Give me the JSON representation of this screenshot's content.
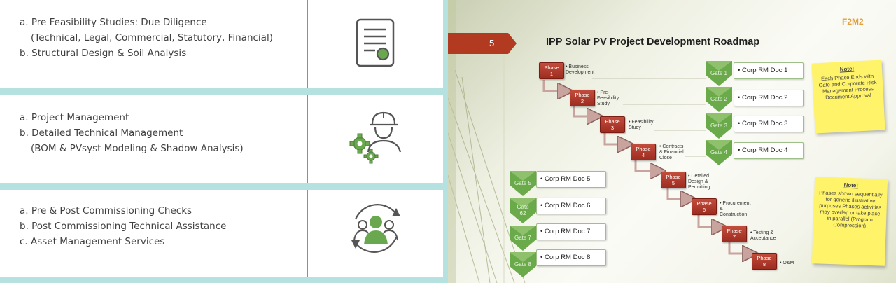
{
  "left_panel": {
    "rows": [
      {
        "lines": [
          "a. Pre Feasibility Studies: Due Diligence",
          "(Technical, Legal, Commercial, Statutory, Financial)",
          "b. Structural Design & Soil Analysis"
        ],
        "icon": "document-icon"
      },
      {
        "lines": [
          "a. Project Management",
          "b. Detailed Technical Management",
          "(BOM & PVsyst Modeling & Shadow Analysis)"
        ],
        "icon": "engineer-gears-icon"
      },
      {
        "lines": [
          "a. Pre & Post Commissioning Checks",
          "b. Post Commissioning Technical Assistance",
          "c. Asset Management Services"
        ],
        "icon": "team-cycle-icon"
      }
    ],
    "colors": {
      "band": "#b5e2e0",
      "accent": "#6aa84f",
      "icon_stroke": "#555555"
    }
  },
  "slide": {
    "number": "5",
    "title": "IPP Solar PV Project Development Roadmap",
    "logo": "F2M2",
    "phases": [
      {
        "id": "phase-1",
        "label": "Phase\n1",
        "desc": "• Business\nDevelopment"
      },
      {
        "id": "phase-2",
        "label": "Phase\n2",
        "desc": "• Pre-\nFeasibility\nStudy"
      },
      {
        "id": "phase-3",
        "label": "Phase\n3",
        "desc": "• Feasibility\nStudy"
      },
      {
        "id": "phase-4",
        "label": "Phase\n4",
        "desc": "• Contracts\n& Financial\nClose"
      },
      {
        "id": "phase-5",
        "label": "Phase\n5",
        "desc": "• Detailed\nDesign &\nPermitting"
      },
      {
        "id": "phase-6",
        "label": "Phase\n6",
        "desc": "• Procurement\n&\nConstruction"
      },
      {
        "id": "phase-7",
        "label": "Phase\n7",
        "desc": "• Testing &\nAcceptance"
      },
      {
        "id": "phase-8",
        "label": "Phase\n8",
        "desc": "• O&M"
      }
    ],
    "gates": [
      {
        "label": "Gate 1",
        "doc": "• Corp RM Doc 1"
      },
      {
        "label": "Gate 2",
        "doc": "• Corp RM Doc 2"
      },
      {
        "label": "Gate 3",
        "doc": "• Corp RM Doc 3"
      },
      {
        "label": "Gate 4",
        "doc": "• Corp RM Doc 4"
      },
      {
        "label": "Gate 5",
        "doc": "• Corp RM Doc 5"
      },
      {
        "label": "Gate\n62",
        "doc": "• Corp RM Doc 6"
      },
      {
        "label": "Gate 7",
        "doc": "• Corp  RM Doc 7"
      },
      {
        "label": "Gate 8",
        "doc": "• Corp RM Doc 8"
      }
    ],
    "notes": [
      {
        "title": "Note!",
        "text": "Each Phase Ends with Gate and Corporate Risk Management Process Document Approval"
      },
      {
        "title": "Note!",
        "text": "Phases shown sequentially for generic illustrative purposes Phases activities may overlap or take place in parallel (Program Compression)"
      }
    ],
    "colors": {
      "phase": "#b23a2c",
      "gate": "#6aaa4a",
      "note": "#fff36a",
      "banner": "#b23a20"
    }
  }
}
